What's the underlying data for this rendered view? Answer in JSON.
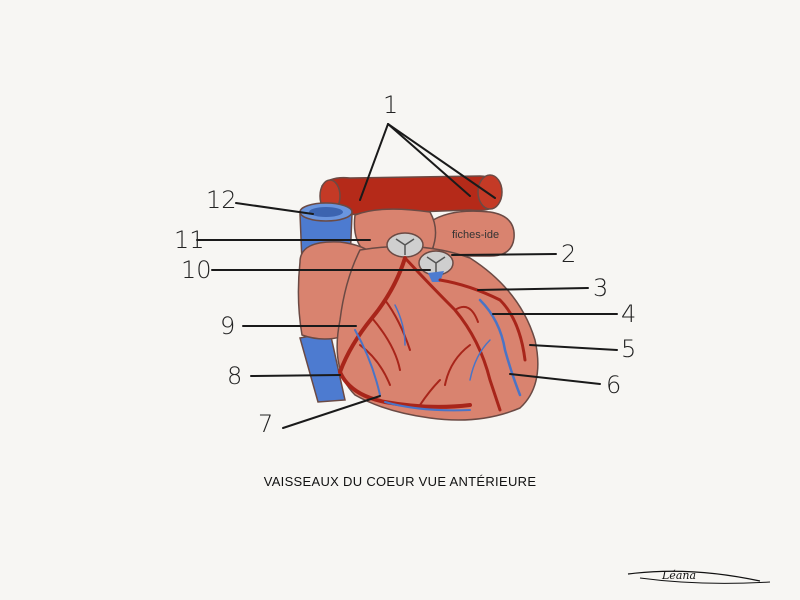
{
  "caption": "VAISSEAUX DU COEUR VUE ANTÉRIEURE",
  "watermark": "fiches-ide",
  "labels": [
    "1",
    "2",
    "3",
    "4",
    "5",
    "6",
    "7",
    "8",
    "9",
    "10",
    "11",
    "12"
  ],
  "colors": {
    "myocardium": "#d9836f",
    "artery": "#b52a19",
    "vein": "#4d7bd0",
    "valve": "#cfcfcf",
    "ink": "#1a1a1a"
  },
  "signature": "Léana"
}
